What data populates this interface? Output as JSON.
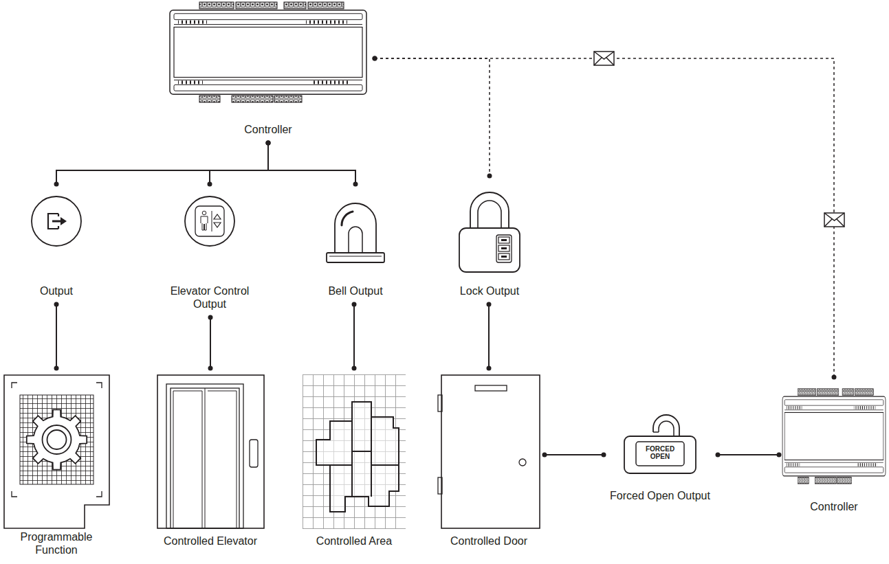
{
  "diagram": {
    "nodes": [
      {
        "text": [
          "Controller"
        ]
      },
      {
        "text": [
          "Output"
        ]
      },
      {
        "text": [
          "Elevator Control Output"
        ]
      },
      {
        "text": [
          "Bell Output"
        ]
      },
      {
        "text": [
          "Lock Output"
        ]
      },
      {
        "text": [
          "Programmable Function"
        ]
      },
      {
        "text": [
          "Controlled Elevator"
        ]
      },
      {
        "text": [
          "Controlled Area"
        ]
      },
      {
        "text": [
          "Controlled Door"
        ]
      },
      {
        "text": [
          "Forced Open Output"
        ]
      },
      {
        "text": [
          "Controller"
        ]
      }
    ],
    "edges": [
      {
        "from": 0,
        "to": 1,
        "arrow": "none"
      },
      {
        "from": 0,
        "to": 2,
        "arrow": "none"
      },
      {
        "from": 0,
        "to": 3,
        "arrow": "none"
      },
      {
        "from": 0,
        "to": 4,
        "arrow": "none"
      },
      {
        "from": 1,
        "to": 5,
        "arrow": "none"
      },
      {
        "from": 2,
        "to": 6,
        "arrow": "none"
      },
      {
        "from": 3,
        "to": 7,
        "arrow": "none"
      },
      {
        "from": 4,
        "to": 8,
        "arrow": "none"
      },
      {
        "from": 8,
        "to": 9,
        "arrow": "none"
      },
      {
        "from": 9,
        "to": 10,
        "arrow": "none"
      },
      {
        "from": 0,
        "to": 10,
        "arrow": "none"
      }
    ],
    "labels": [
      "FORCED OPEN"
    ]
  }
}
